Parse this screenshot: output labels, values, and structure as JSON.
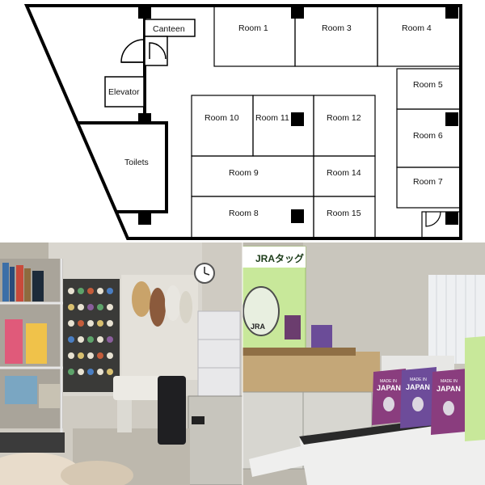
{
  "floor_plan": {
    "labels": {
      "canteen": "Canteen",
      "elevator": "Elevator",
      "toilets": "Toilets",
      "room1": "Room 1",
      "room3": "Room 3",
      "room4": "Room 4",
      "room5": "Room 5",
      "room6": "Room 6",
      "room7": "Room 7",
      "room8": "Room 8",
      "room9": "Room 9",
      "room10": "Room 10",
      "room11": "Room 11",
      "room12": "Room 12",
      "room14": "Room 14",
      "room15": "Room 15"
    },
    "colors": {
      "wall": "#000000",
      "background": "#ffffff"
    }
  },
  "photos": {
    "left": {
      "description_icons": [
        "shelving-unit",
        "thread-spool-rack",
        "sewing-machine",
        "wall-clock",
        "storage-drawers"
      ]
    },
    "right": {
      "poster_heading": "JRAタッグ",
      "poster_logo": "JRA",
      "card_text_top": "MADE IN",
      "card_text_main": "JAPAN",
      "colors": {
        "poster_green": "#c8e89a",
        "card_purple": "#8a3d7e",
        "card_violet": "#6d4c9a"
      }
    }
  }
}
